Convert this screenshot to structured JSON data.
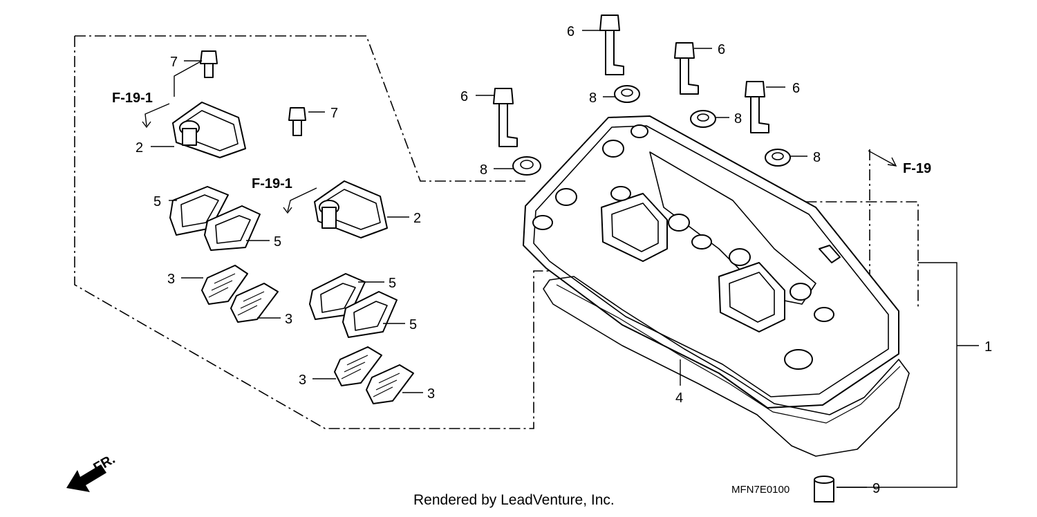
{
  "callouts": [
    {
      "id": "c6a",
      "label": "6"
    },
    {
      "id": "c6b",
      "label": "6"
    },
    {
      "id": "c6c",
      "label": "6"
    },
    {
      "id": "c6d",
      "label": "6"
    },
    {
      "id": "c8a",
      "label": "8"
    },
    {
      "id": "c8b",
      "label": "8"
    },
    {
      "id": "c8c",
      "label": "8"
    },
    {
      "id": "c8d",
      "label": "8"
    },
    {
      "id": "c7a",
      "label": "7"
    },
    {
      "id": "c7b",
      "label": "7"
    },
    {
      "id": "c2a",
      "label": "2"
    },
    {
      "id": "c2b",
      "label": "2"
    },
    {
      "id": "c5a",
      "label": "5"
    },
    {
      "id": "c5b",
      "label": "5"
    },
    {
      "id": "c5c",
      "label": "5"
    },
    {
      "id": "c5d",
      "label": "5"
    },
    {
      "id": "c3a",
      "label": "3"
    },
    {
      "id": "c3b",
      "label": "3"
    },
    {
      "id": "c3c",
      "label": "3"
    },
    {
      "id": "c3d",
      "label": "3"
    },
    {
      "id": "c4",
      "label": "4"
    },
    {
      "id": "c1",
      "label": "1"
    },
    {
      "id": "c9",
      "label": "9"
    }
  ],
  "references": {
    "f19_1_top": "F-19-1",
    "f19_1_mid": "F-19-1",
    "f19": "F-19"
  },
  "direction_marker": "FR.",
  "diagram_code": "MFN7E0100",
  "credit": "Rendered by LeadVenture, Inc.",
  "icons": {
    "direction": "front-direction-arrow-icon"
  }
}
